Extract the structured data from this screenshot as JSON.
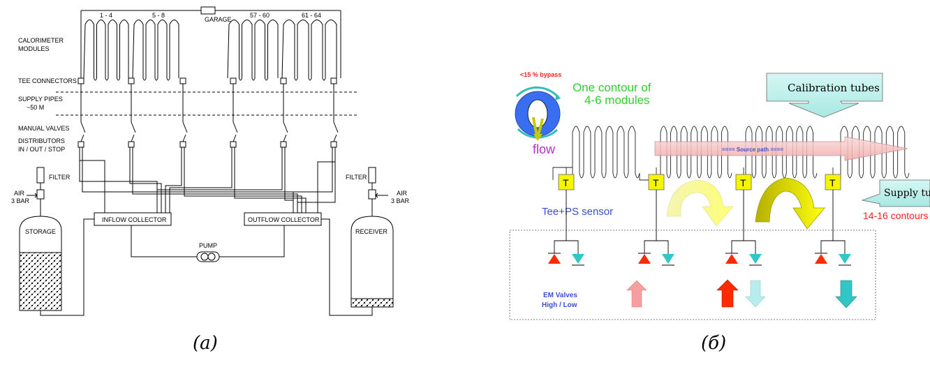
{
  "panel_a": {
    "caption": "(a)",
    "garage": "GARAGE",
    "group_labels": [
      "1 - 4",
      "5 - 8",
      "57 - 60",
      "61 - 64"
    ],
    "side_labels": {
      "calorimeter_1": "CALORIMETER",
      "calorimeter_2": "MODULES",
      "tee_connectors": "TEE CONNECTORS",
      "supply_1": "SUPPLY  PIPES",
      "supply_2": "~50 M",
      "manual_valves": "MANUAL VALVES",
      "distributors_1": "DISTRIBUTORS",
      "distributors_2": "IN / OUT / STOP"
    },
    "filter_left": "FILTER",
    "filter_right": "FILTER",
    "air_left_1": "AIR",
    "air_left_2": "3 BAR",
    "air_right_1": "AIR",
    "air_right_2": "3 BAR",
    "storage": "STORAGE",
    "receiver": "RECEIVER",
    "inflow": "INFLOW  COLLECTOR",
    "outflow": "OUTFLOW COLLECTOR",
    "pump": "PUMP"
  },
  "panel_b": {
    "caption": "(б)",
    "bypass": "<15 % bypass",
    "flow": "flow",
    "contour_1": "One contour of",
    "contour_2": "4-6 modules",
    "calibration": "Calibration tubes",
    "source_path": "==== Source   path ====",
    "tee_letter": "T",
    "tee_sensor": "Tee+PS sensor",
    "supply_tubes": "Supply tubes",
    "contours": "14-16 contours",
    "em_1": "EM Valves",
    "em_2": "High / Low"
  },
  "colors": {
    "tee_yellow": "#f5f500",
    "calib_fill": "#bff0ec",
    "source_pink": "#f7c8c8",
    "green_text": "#33cc33",
    "blue_text": "#3a4fd0",
    "red_text": "#ff2020",
    "valve_red": "#ff2a00",
    "valve_cyan": "#33c6c6"
  }
}
